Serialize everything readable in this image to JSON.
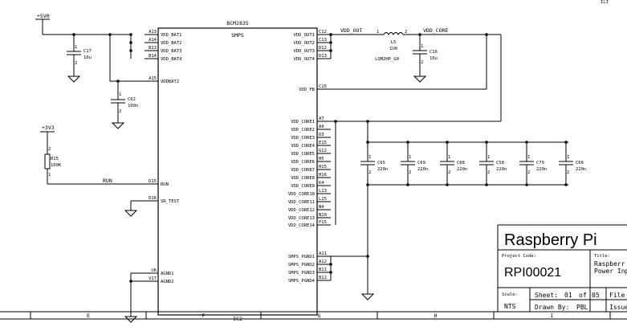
{
  "corner_mark": "ILI",
  "ic": {
    "part": "BCM2835",
    "block": "SMPS",
    "ref": "IC2",
    "left_pins": [
      {
        "num": "A13",
        "name": "VDD_BAT1"
      },
      {
        "num": "A14",
        "name": "VDD_BAT2"
      },
      {
        "num": "B13",
        "name": "VDD_BAT3"
      },
      {
        "num": "B14",
        "name": "VDD_BAT4"
      },
      {
        "num": "A15",
        "name": "VDDBAT2"
      },
      {
        "num": "D15",
        "name": "RUN"
      },
      {
        "num": "D16",
        "name": "SR_TEST"
      },
      {
        "num": "U6",
        "name": "AGND1"
      },
      {
        "num": "V17",
        "name": "AGND2"
      }
    ],
    "right_pins": [
      {
        "num": "C12",
        "name": "VDD_OUT1"
      },
      {
        "num": "C13",
        "name": "VDD_OUT2"
      },
      {
        "num": "D12",
        "name": "VDD_OUT3"
      },
      {
        "num": "D13",
        "name": "VDD_OUT4"
      },
      {
        "num": "C15",
        "name": "VDD_FB"
      },
      {
        "num": "A7",
        "name": "VDD_CORE1"
      },
      {
        "num": "A9",
        "name": "VDD_CORE2"
      },
      {
        "num": "D3",
        "name": "VDD_CORE3"
      },
      {
        "num": "E15",
        "name": "VDD_CORE4"
      },
      {
        "num": "G12",
        "name": "VDD_CORE5"
      },
      {
        "num": "H5",
        "name": "VDD_CORE6"
      },
      {
        "num": "H15",
        "name": "VDD_CORE7"
      },
      {
        "num": "H16",
        "name": "VDD_CORE8"
      },
      {
        "num": "K4",
        "name": "VDD_CORE9"
      },
      {
        "num": "L13",
        "name": "VDD_CORE10"
      },
      {
        "num": "L15",
        "name": "VDD_CORE11"
      },
      {
        "num": "N4",
        "name": "VDD_CORE12"
      },
      {
        "num": "N10",
        "name": "VDD_CORE13"
      },
      {
        "num": "P15",
        "name": "VDD_CORE14"
      },
      {
        "num": "A11",
        "name": "SMPS_PGND1"
      },
      {
        "num": "A12",
        "name": "SMPS_PGND2"
      },
      {
        "num": "B11",
        "name": "SMPS_PGND3"
      },
      {
        "num": "B12",
        "name": "SMPS_PGND4"
      }
    ]
  },
  "nets": {
    "v5": "+5V0",
    "v33": "+3V3",
    "vdd_out": "VDD_OUT",
    "vdd_core": "VDD_CORE",
    "run": "RUN"
  },
  "components": {
    "c17": {
      "ref": "C17",
      "value": "10u"
    },
    "c62": {
      "ref": "C62",
      "value": "100n"
    },
    "r15": {
      "ref": "R15",
      "value": "100K"
    },
    "l5": {
      "ref": "L5",
      "value": "1U0",
      "part": "LQM2HP_G0"
    },
    "c16": {
      "ref": "C16",
      "value": "10u"
    },
    "bank": [
      {
        "ref": "C65",
        "value": "220n"
      },
      {
        "ref": "C69",
        "value": "220n"
      },
      {
        "ref": "C88",
        "value": "220n"
      },
      {
        "ref": "C58",
        "value": "220n"
      },
      {
        "ref": "C79",
        "value": "220n"
      },
      {
        "ref": "C66",
        "value": "220n"
      }
    ]
  },
  "pin_labels": {
    "one": "1",
    "two": "2"
  },
  "title_block": {
    "company": "Raspberry Pi",
    "project_code_label": "Project Code:",
    "project_code": "RPI00021",
    "title_label": "Title:",
    "title_line1": "Raspberr",
    "title_line2": "Power Inp",
    "scale_label": "Scale:",
    "scale": "NTS",
    "sheet_label": "Sheet:",
    "sheet_num": "01",
    "sheet_of": "of",
    "sheet_total": "05",
    "file_label": "File",
    "drawn_label": "Drawn By:",
    "drawn_by": "PBL",
    "issue_label": "Issue"
  },
  "grid_columns": [
    "E",
    "F",
    "G",
    "H",
    "I"
  ]
}
